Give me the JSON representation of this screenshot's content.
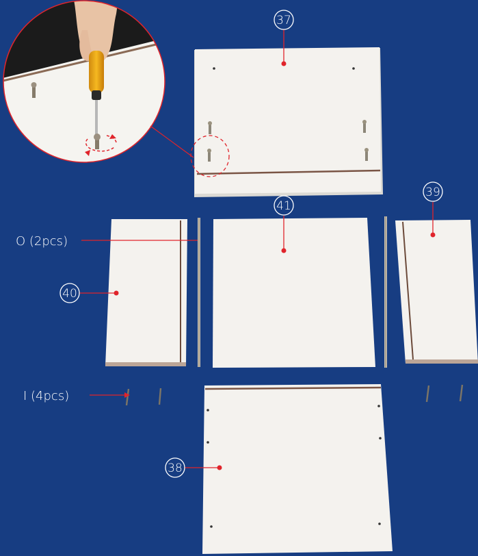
{
  "parts": {
    "p37": "37",
    "p38": "38",
    "p39": "39",
    "p40": "40",
    "p41": "41"
  },
  "hardware": {
    "dowel_label": "O (2pcs)",
    "cam_label": "I (4pcs)"
  },
  "colors": {
    "background": "#173d82",
    "leader": "#e0242b",
    "panel": "#f3f1ec",
    "edge": "#6b4a3a"
  },
  "icons": {
    "rotate": "rotate-arrows-icon",
    "screwdriver": "screwdriver-icon"
  }
}
